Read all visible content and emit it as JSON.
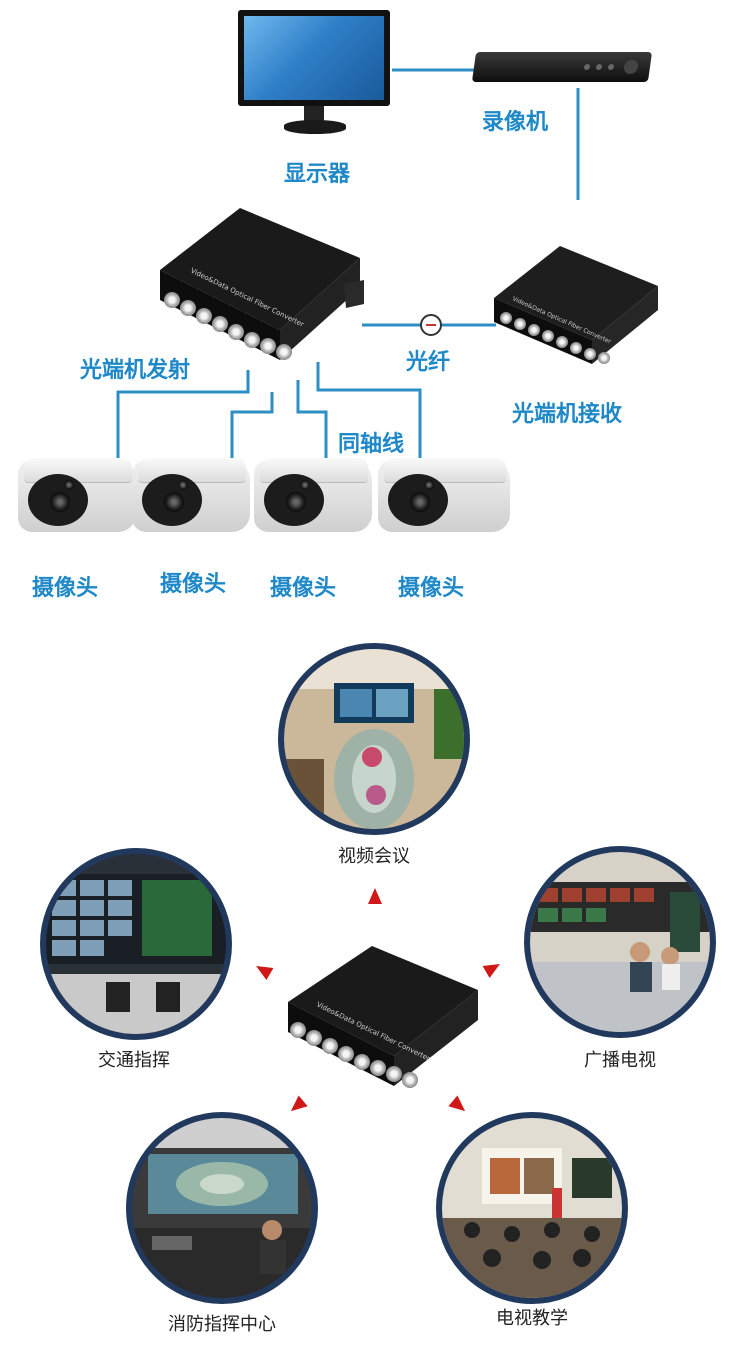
{
  "top_labels": {
    "monitor": "显示器",
    "recorder": "录像机",
    "transmitter": "光端机发射",
    "fiber": "光纤",
    "receiver": "光端机接收",
    "coax": "同轴线",
    "camera1": "摄像头",
    "camera2": "摄像头",
    "camera3": "摄像头",
    "camera4": "摄像头"
  },
  "device_text": {
    "front_label": "Video&Data Optical Fiber Converter"
  },
  "applications": {
    "video_conference": "视频会议",
    "traffic_command": "交通指挥",
    "broadcast_tv": "广播电视",
    "fire_command_center": "消防指挥中心",
    "tv_teaching": "电视教学"
  },
  "colors": {
    "label_blue": "#1e88c8",
    "wire_blue": "#2d8ec4",
    "arrow_red": "#d01818",
    "ring_navy": "#22395e"
  }
}
